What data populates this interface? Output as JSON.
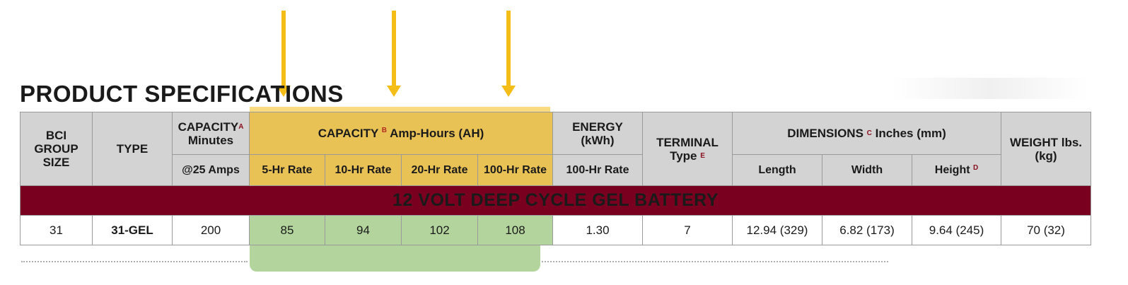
{
  "title": "PRODUCT SPECIFICATIONS",
  "columns": {
    "bci_group_size": [
      "BCI",
      "GROUP",
      "SIZE"
    ],
    "type": "TYPE",
    "capacity_minutes": {
      "label": "CAPACITY",
      "mark": "A",
      "sub": "Minutes",
      "rate": "@25 Amps"
    },
    "capacity_ah": {
      "label": "CAPACITY",
      "mark": "B",
      "unit": "Amp-Hours (AH)",
      "rates": [
        "5-Hr Rate",
        "10-Hr Rate",
        "20-Hr Rate",
        "100-Hr Rate"
      ]
    },
    "energy": {
      "label": "ENERGY",
      "unit": "(kWh)",
      "rate": "100-Hr Rate"
    },
    "terminal": {
      "label": "TERMINAL",
      "sub": "Type",
      "mark": "E"
    },
    "dimensions": {
      "label": "DIMENSIONS",
      "mark": "C",
      "unit": "Inches (mm)",
      "length": "Length",
      "width": "Width",
      "height": "Height",
      "height_mark": "D"
    },
    "weight": {
      "label": "WEIGHT lbs.",
      "unit": "(kg)"
    }
  },
  "section_banner": "12 VOLT DEEP CYCLE GEL BATTERY",
  "row": {
    "bci": "31",
    "type": "31-GEL",
    "minutes": "200",
    "ah": [
      "85",
      "94",
      "102",
      "108"
    ],
    "energy": "1.30",
    "terminal": "7",
    "length": "12.94 (329)",
    "width": "6.82 (173)",
    "height": "9.64 (245)",
    "weight": "70 (32)"
  },
  "colors": {
    "arrow": "#f5bd18",
    "capacity_highlight": "#e9c255",
    "ah_values_highlight": "#b3d59d",
    "banner": "#7a0020"
  }
}
